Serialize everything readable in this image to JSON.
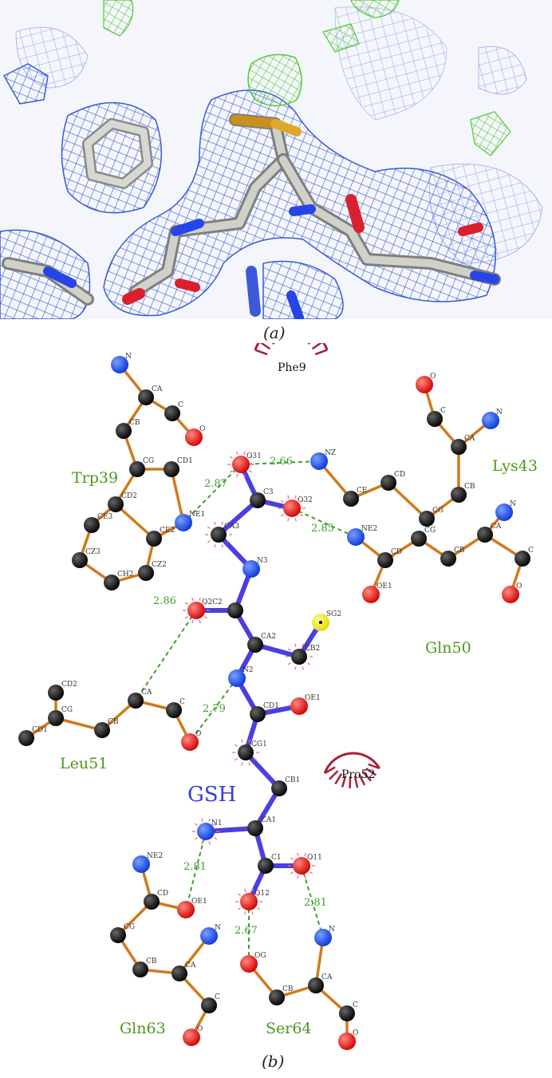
{
  "captions": {
    "a": "(a)",
    "b": "(b)"
  },
  "colors": {
    "density_blue": "#3a5ad8",
    "density_green": "#58c93a",
    "carbon_stick": "#c9c9c4",
    "oxygen": "#d9202f",
    "nitrogen": "#2645e8",
    "sulfur": "#e0a82a",
    "ligand_bond": "#4a3fe0",
    "residue_bond": "#d07a1c",
    "atom_black": "#111111",
    "atom_oxygen": "#e01010",
    "atom_nitrogen": "#1446e0",
    "atom_sulfur": "#f0e000",
    "hbond": "#3fa02a",
    "residue_label": "#4a9a1a",
    "ligand_label": "#3a3ae0",
    "hydrophobic_arc": "#a8203a"
  },
  "ligand": {
    "name": "GSH"
  },
  "residue_labels": {
    "trp39": "Trp39",
    "lys43": "Lys43",
    "gln50": "Gln50",
    "leu51": "Leu51",
    "gln63": "Gln63",
    "ser64": "Ser64"
  },
  "hydrophobic_labels": {
    "phe9": "Phe9",
    "pro52": "Pro52"
  },
  "hbond_distances": {
    "o31_nz": "2.66",
    "o31_ne1": "2.87",
    "o32_ne2": "2.85",
    "o2_n_leu": "2.86",
    "n2_o_leu": "2.79",
    "n1_oe1": "2.81",
    "o11_n_ser": "2.81",
    "o12_og": "2.67"
  },
  "atom_labels": {
    "trp_n": "N",
    "trp_ca": "CA",
    "trp_c": "C",
    "trp_o": "O",
    "trp_cb": "CB",
    "trp_cg": "CG",
    "trp_cd1": "CD1",
    "trp_ne1": "NE1",
    "trp_cd2": "CD2",
    "trp_ce2": "CE2",
    "trp_ce3": "CE3",
    "trp_cz2": "CZ2",
    "trp_cz3": "CZ3",
    "trp_ch2": "CH2",
    "lys_o": "O",
    "lys_c": "C",
    "lys_n": "N",
    "lys_ca": "CA",
    "lys_cb": "CB",
    "lys_cg": "CG",
    "lys_cd": "CD",
    "lys_ce": "CE",
    "lys_nz": "NZ",
    "gln50_n": "N",
    "gln50_ca": "CA",
    "gln50_c": "C",
    "gln50_o": "O",
    "gln50_cb": "CB",
    "gln50_cg": "CG",
    "gln50_cd": "CD",
    "gln50_oe1": "OE1",
    "gln50_ne2": "NE2",
    "leu_cd2": "CD2",
    "leu_cg": "CG",
    "leu_cd1": "CD1",
    "leu_cb": "CB",
    "leu_ca": "CA",
    "leu_c": "C",
    "leu_o": "O",
    "g_o31": "O31",
    "g_c3": "C3",
    "g_o32": "O32",
    "g_ca3": "CA3",
    "g_n3": "N3",
    "g_c2": "O2C2",
    "g_ca2": "CA2",
    "g_cb2": "CB2",
    "g_sg2": "SG2",
    "g_n2": "N2",
    "g_cd1": "CD1",
    "g_oe1": "OE1",
    "g_cg1": "CG1",
    "g_cb1": "CB1",
    "g_ca1": "CA1",
    "g_n1": "N1",
    "g_c1": "C1",
    "g_o11": "O11",
    "g_o12": "O12",
    "gln63_ne2": "NE2",
    "gln63_cd": "CD",
    "gln63_oe1": "OE1",
    "gln63_cg": "CG",
    "gln63_cb": "CB",
    "gln63_ca": "CA",
    "gln63_n": "N",
    "gln63_c": "C",
    "gln63_o": "O",
    "ser_n": "N",
    "ser_og": "OG",
    "ser_cb": "CB",
    "ser_ca": "CA",
    "ser_c": "C",
    "ser_o": "O"
  }
}
